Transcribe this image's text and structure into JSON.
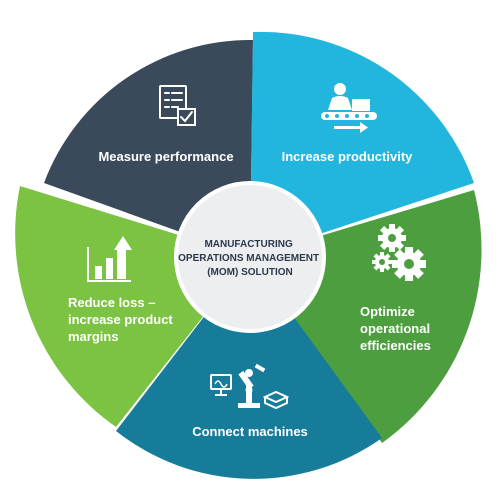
{
  "center": {
    "lines": [
      "MANUFACTURING",
      "OPERATIONS MANAGEMENT",
      "(MOM) SOLUTION"
    ]
  },
  "segments": [
    {
      "id": "measure-performance",
      "lines": [
        "Measure performance"
      ],
      "icon": "checklist-icon",
      "color": "#3b4a5a"
    },
    {
      "id": "increase-productivity",
      "lines": [
        "Increase productivity"
      ],
      "icon": "conveyor-worker-icon",
      "color": "#22b6de"
    },
    {
      "id": "optimize-efficiencies",
      "lines": [
        "Optimize",
        "operational",
        "efficiencies"
      ],
      "icon": "gears-icon",
      "color": "#4d9e3f"
    },
    {
      "id": "connect-machines",
      "lines": [
        "Connect machines"
      ],
      "icon": "robot-arm-computer-icon",
      "color": "#167c99"
    },
    {
      "id": "reduce-loss",
      "lines": [
        "Reduce loss –",
        "increase product",
        "margins"
      ],
      "icon": "bar-chart-arrow-icon",
      "color": "#7cc243"
    }
  ]
}
